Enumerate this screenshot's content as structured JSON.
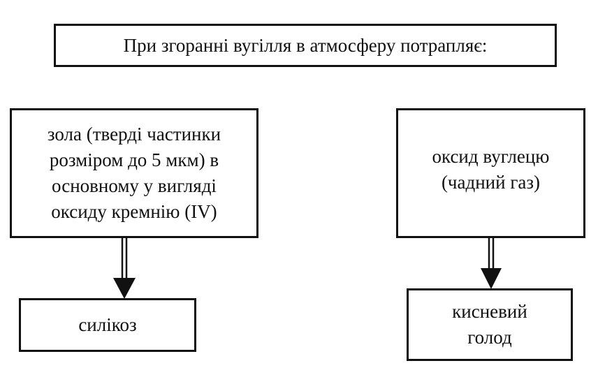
{
  "diagram": {
    "title": "При згоранні вугілля в атмосферу потрапляє:",
    "left_branch": {
      "source_lines": [
        "зола (тверді частинки",
        "розміром до 5 мкм) в",
        "основному у вигляді",
        "оксиду кремнію (IV)"
      ],
      "effect": "силікоз"
    },
    "right_branch": {
      "source_lines": [
        "оксид вуглецю",
        "(чадний газ)"
      ],
      "effect_lines": [
        "кисневий",
        "голод"
      ]
    }
  },
  "colors": {
    "line": "#111111",
    "background": "#ffffff"
  },
  "icons": [
    "arrow-down-icon",
    "arrow-down-icon"
  ]
}
